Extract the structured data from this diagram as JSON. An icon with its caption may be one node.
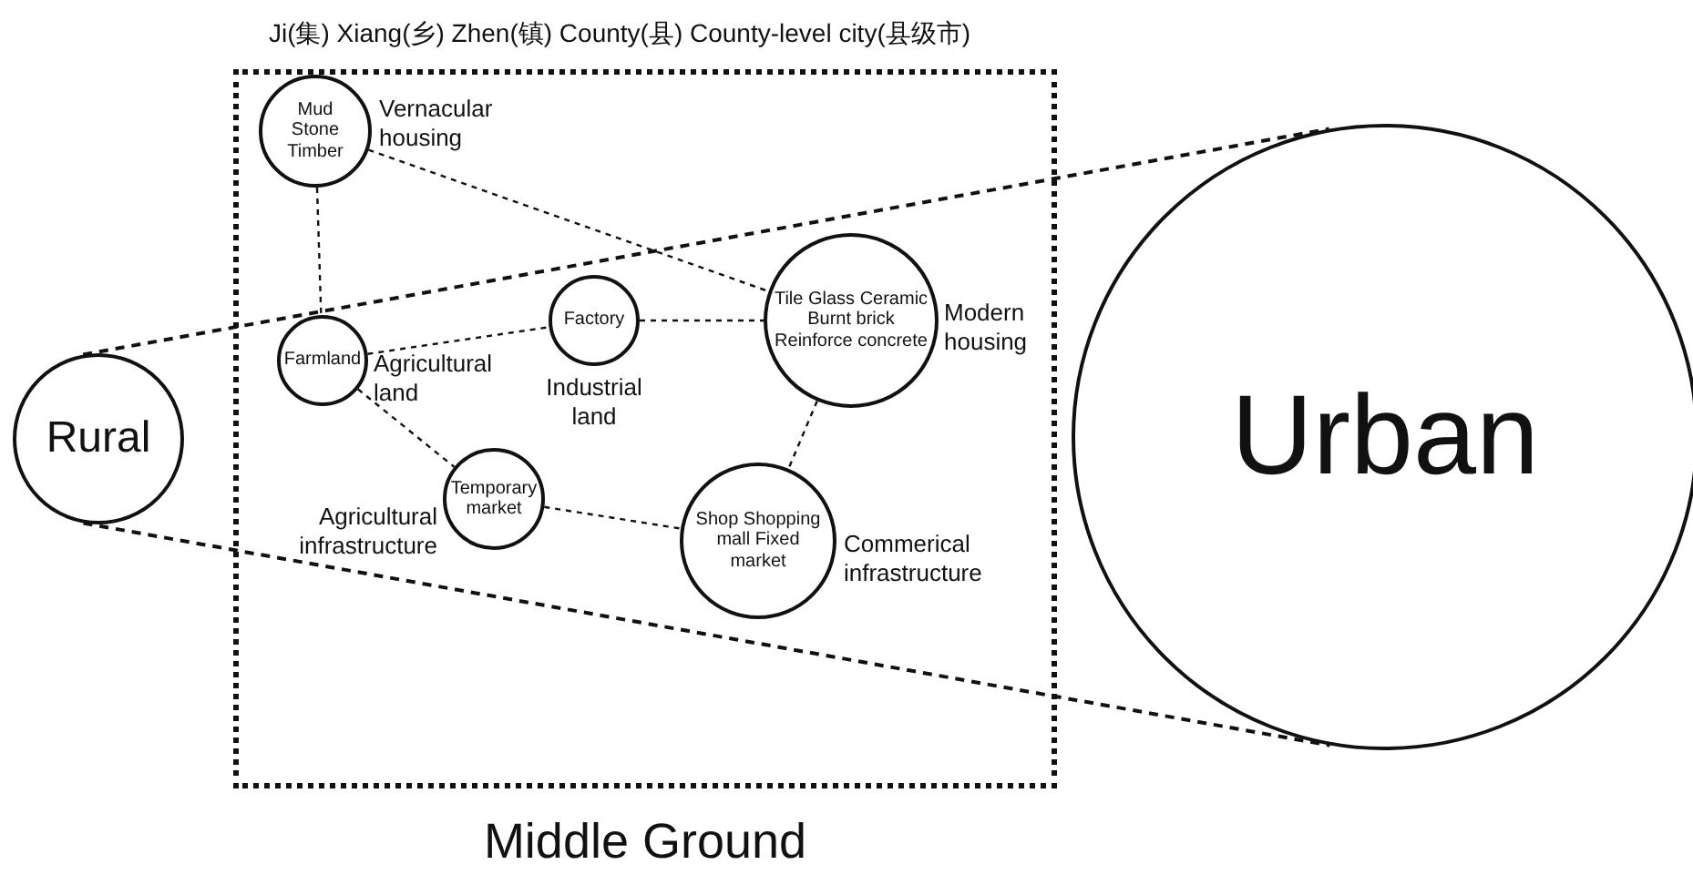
{
  "diagram": {
    "title": "Ji(集) Xiang(乡) Zhen(镇) County(县) County-level city(县级市)",
    "nodes": [
      {
        "text": [
          "Rural"
        ]
      },
      {
        "text": [
          "Middle Ground"
        ]
      },
      {
        "text": [
          "Urban"
        ]
      },
      {
        "text": [
          "Mud Stone Timber"
        ],
        "beside": [
          "Vernacular housing"
        ],
        "in": 1
      },
      {
        "text": [
          "Farmland"
        ],
        "beside": [
          "Agricultural land"
        ],
        "in": 1
      },
      {
        "text": [
          "Factory"
        ],
        "beside": [
          "Industrial land"
        ],
        "in": 1
      },
      {
        "text": [
          "Tile Glass Ceramic Burnt brick Reinforce concrete"
        ],
        "beside": [
          "Modern housing"
        ],
        "in": 1
      },
      {
        "text": [
          "Temporary market"
        ],
        "beside": [
          "Agricultural infrastructure"
        ],
        "in": 1
      },
      {
        "text": [
          "Shop Shopping mall Fixed market"
        ],
        "beside": [
          "Commerical infrastructure"
        ],
        "in": 1
      }
    ],
    "edges": [
      {
        "from": 0,
        "to": 2,
        "arrow": "none",
        "style": "dashed"
      },
      {
        "from": 0,
        "to": 2,
        "arrow": "none",
        "style": "dashed"
      },
      {
        "from": 3,
        "to": 4,
        "arrow": "none",
        "style": "dashed"
      },
      {
        "from": 3,
        "to": 6,
        "arrow": "none",
        "style": "dashed"
      },
      {
        "from": 4,
        "to": 5,
        "arrow": "none",
        "style": "dashed"
      },
      {
        "from": 5,
        "to": 6,
        "arrow": "none",
        "style": "dashed"
      },
      {
        "from": 4,
        "to": 7,
        "arrow": "none",
        "style": "dashed"
      },
      {
        "from": 7,
        "to": 8,
        "arrow": "none",
        "style": "dashed"
      },
      {
        "from": 6,
        "to": 8,
        "arrow": "none",
        "style": "dashed"
      }
    ]
  }
}
